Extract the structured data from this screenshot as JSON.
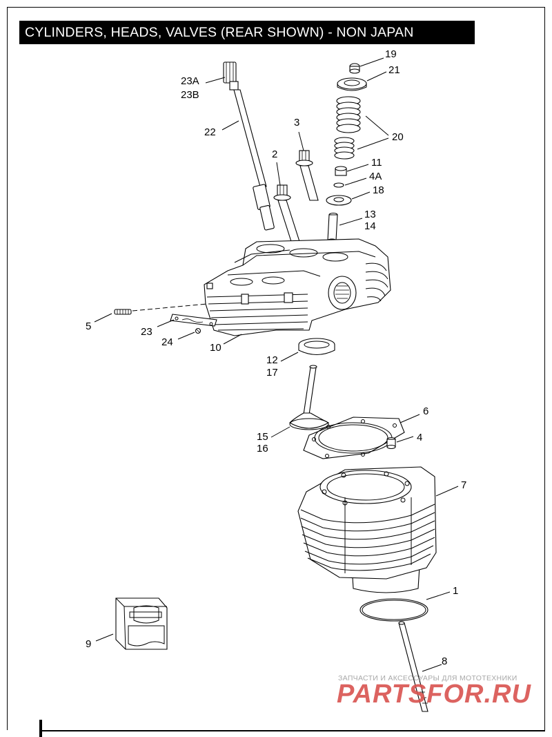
{
  "title": "CYLINDERS, HEADS, VALVES (REAR SHOWN) - NON JAPAN",
  "callouts": {
    "c19": "19",
    "c21": "21",
    "c23a": "23A",
    "c23b": "23B",
    "c22": "22",
    "c3": "3",
    "c20": "20",
    "c2": "2",
    "c11": "11",
    "c4a": "4A",
    "c18": "18",
    "c13": "13",
    "c14": "14",
    "c5": "5",
    "c23": "23",
    "c24": "24",
    "c10": "10",
    "c12": "12",
    "c17": "17",
    "c6": "6",
    "c15": "15",
    "c16": "16",
    "c4": "4",
    "c7": "7",
    "c1": "1",
    "c9": "9",
    "c8": "8"
  },
  "watermark": {
    "tagline": "ЗАПЧАСТИ И АКСЕССУАРЫ ДЛЯ МОТОТЕХНИКИ",
    "logo": "PARTSFOR.RU",
    "logo_color": "#d9534f"
  },
  "colors": {
    "title_bg": "#000000",
    "title_fg": "#ffffff",
    "line": "#000000"
  }
}
